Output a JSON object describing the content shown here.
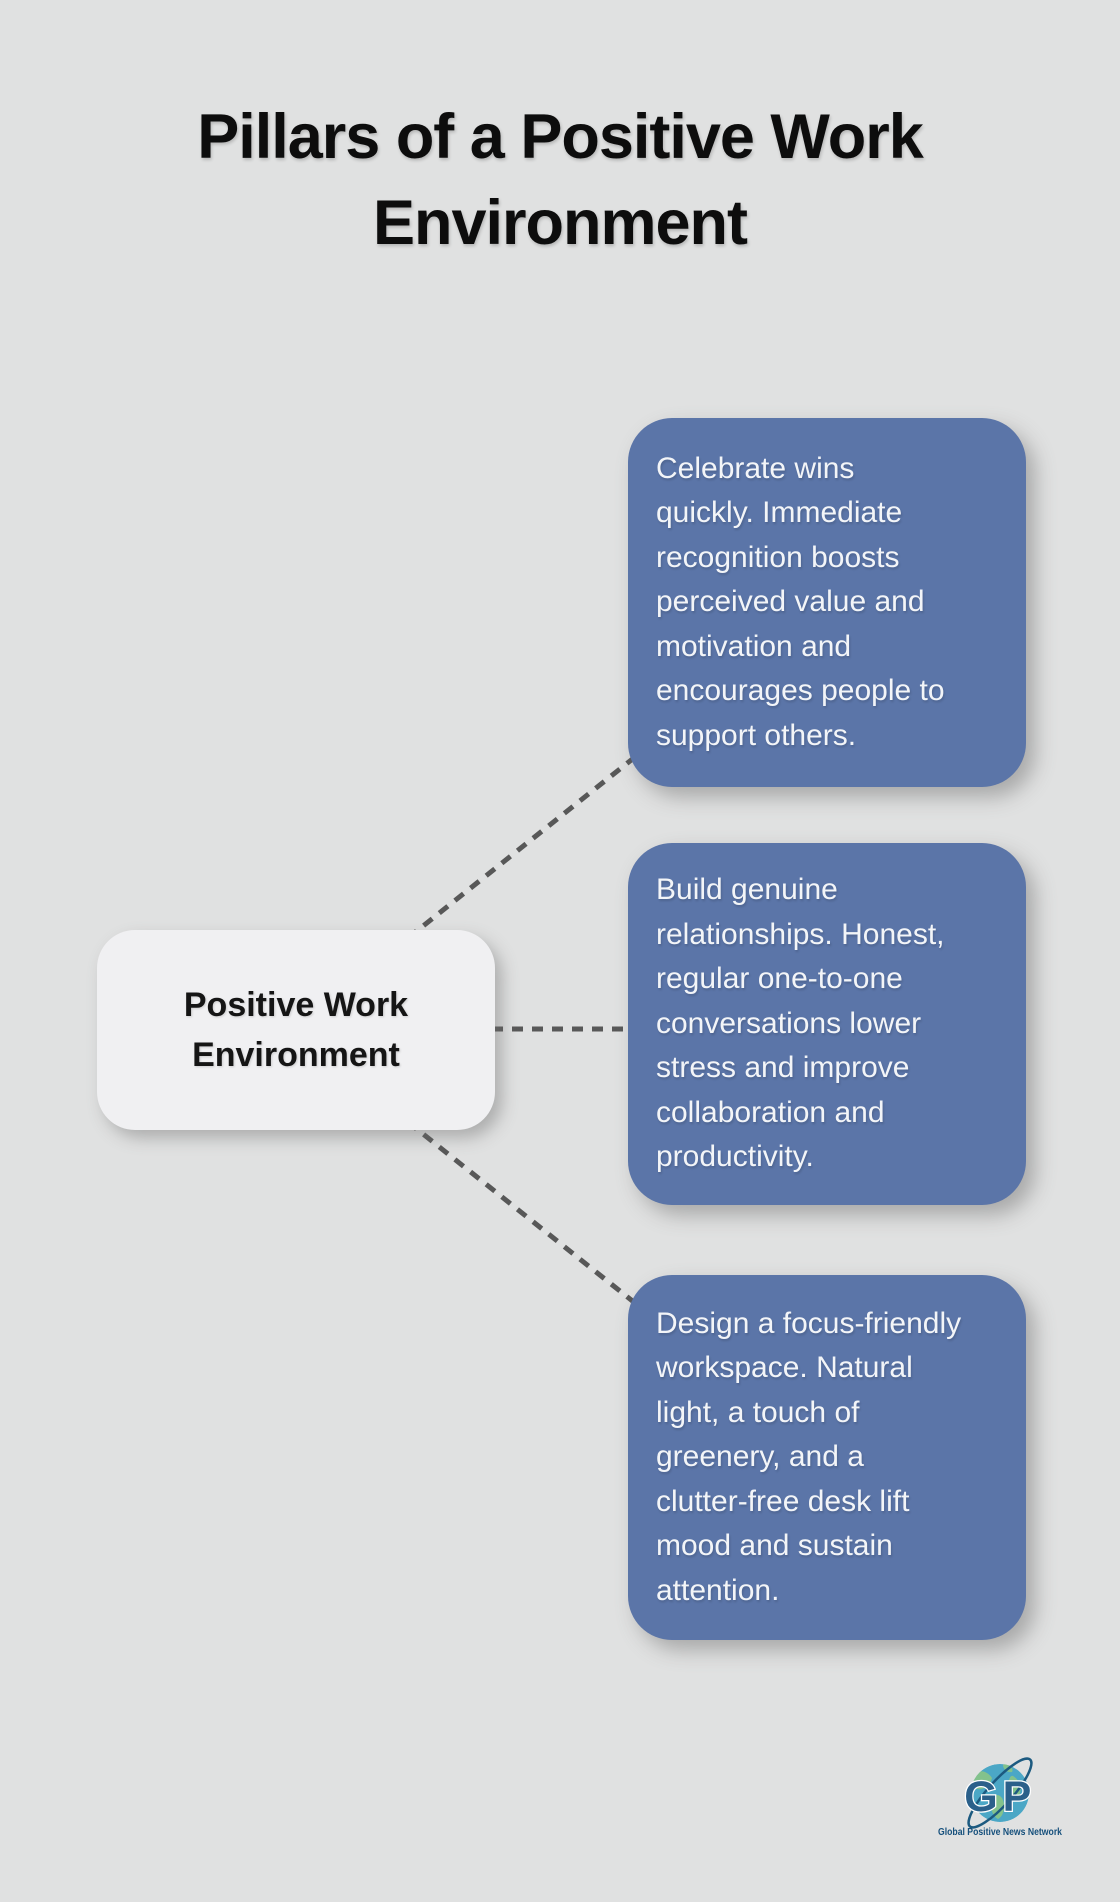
{
  "page": {
    "background": "#e0e1e1"
  },
  "title": "Pillars of a Positive Work\nEnvironment",
  "center_node": {
    "label": "Positive Work\nEnvironment",
    "bg": "#f0f0f2"
  },
  "pillars": [
    {
      "text": "Celebrate wins\nquickly. Immediate\nrecognition boosts\nperceived value and\nmotivation and\nencourages people to\nsupport others."
    },
    {
      "text": "Build genuine\nrelationships. Honest,\nregular one-to-one\nconversations lower\nstress and improve\ncollaboration and\nproductivity."
    },
    {
      "text": "Design a focus-friendly\nworkspace. Natural\nlight, a touch of\ngreenery, and a\nclutter-free desk lift\nmood and sustain\nattention."
    }
  ],
  "colors": {
    "pillar_blue": "#5b75a8",
    "pillar_text": "#f3f5f8",
    "connector_gray": "#585858",
    "node_bg": "#f0f0f2",
    "title_black": "#0d0d0d",
    "logo_blue": "#16507c",
    "logo_letter_blue": "#2b608a",
    "globe_teal": "#4ba7c6",
    "land_green": "#83c28c"
  },
  "logo": {
    "letter_g": "G",
    "letter_p": "P",
    "caption": "Global Positive News Network"
  }
}
